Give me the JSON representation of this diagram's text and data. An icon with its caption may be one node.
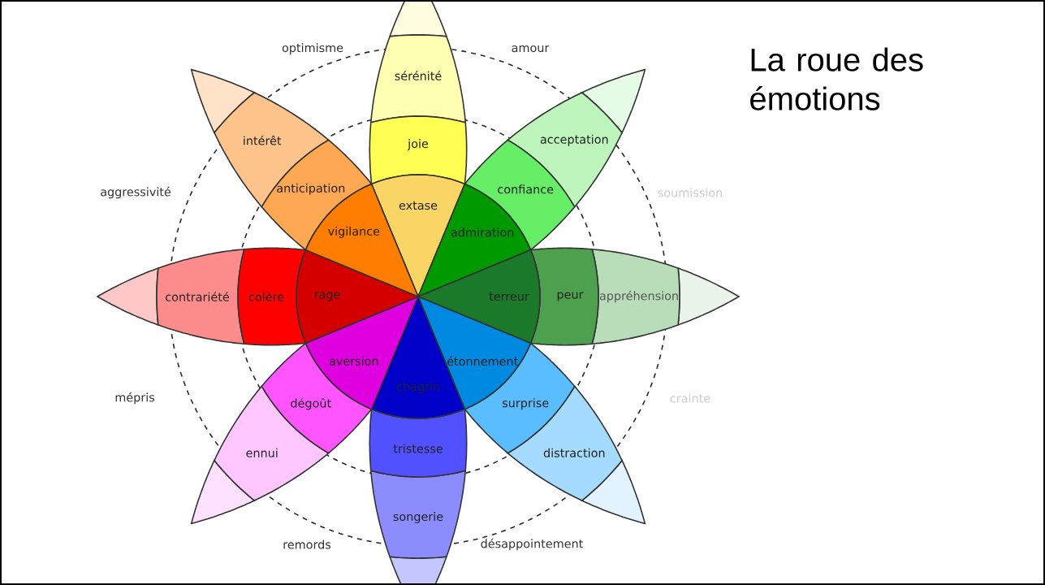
{
  "diagram": {
    "title": "La roue des émotions",
    "nodes": [
      {
        "text": [
          "extase"
        ]
      },
      {
        "text": [
          "joie"
        ]
      },
      {
        "text": [
          "sérénité"
        ]
      },
      {
        "text": [],
        "shape": "petal"
      },
      {
        "text": [
          "admiration"
        ]
      },
      {
        "text": [
          "confiance"
        ]
      },
      {
        "text": [
          "acceptation"
        ]
      },
      {
        "text": [],
        "shape": "petal"
      },
      {
        "text": [
          "terreur"
        ]
      },
      {
        "text": [
          "peur"
        ]
      },
      {
        "text": [
          "appréhension"
        ]
      },
      {
        "text": [],
        "shape": "petal"
      },
      {
        "text": [
          "étonnement"
        ]
      },
      {
        "text": [
          "surprise"
        ]
      },
      {
        "text": [
          "distraction"
        ]
      },
      {
        "text": [],
        "shape": "petal"
      },
      {
        "text": [
          "chagrin"
        ]
      },
      {
        "text": [
          "tristesse"
        ]
      },
      {
        "text": [
          "songerie"
        ]
      },
      {
        "text": [],
        "shape": "petal"
      },
      {
        "text": [
          "aversion"
        ]
      },
      {
        "text": [
          "dégoût"
        ]
      },
      {
        "text": [
          "ennui"
        ]
      },
      {
        "text": [],
        "shape": "petal"
      },
      {
        "text": [
          "rage"
        ]
      },
      {
        "text": [
          "colère"
        ]
      },
      {
        "text": [
          "contrariété"
        ]
      },
      {
        "text": [],
        "shape": "petal"
      },
      {
        "text": [
          "vigilance"
        ]
      },
      {
        "text": [
          "anticipation"
        ]
      },
      {
        "text": [
          "intérêt"
        ]
      },
      {
        "text": [],
        "shape": "petal"
      }
    ],
    "labels": [
      "optimisme",
      "amour",
      "aggressivité",
      "soumission",
      "mépris",
      "crainte",
      "remords",
      "désappointement"
    ]
  }
}
